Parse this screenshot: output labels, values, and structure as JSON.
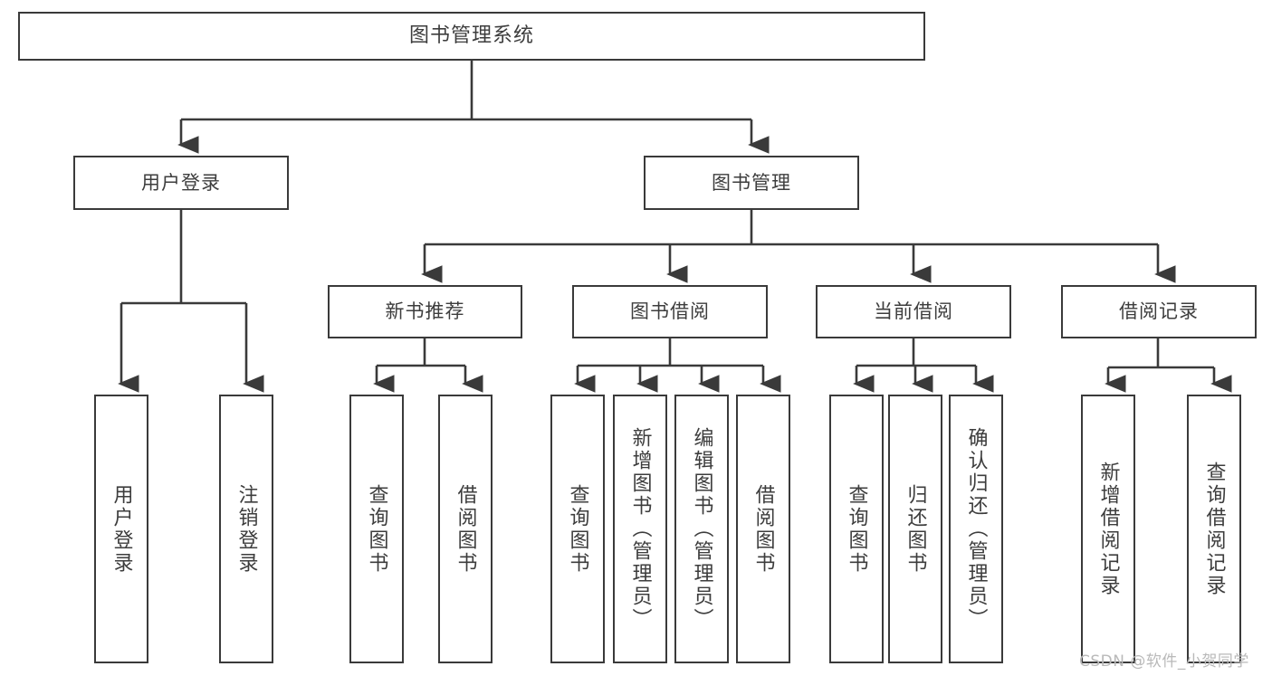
{
  "diagram": {
    "title": "图书管理系统",
    "type": "tree-hierarchy",
    "root": {
      "label": "图书管理系统"
    },
    "tier1": [
      {
        "label": "用户登录"
      },
      {
        "label": "图书管理"
      }
    ],
    "tier2": [
      {
        "label": "新书推荐"
      },
      {
        "label": "图书借阅"
      },
      {
        "label": "当前借阅"
      },
      {
        "label": "借阅记录"
      }
    ],
    "leaves": {
      "user_login": [
        {
          "label": "用户登录"
        },
        {
          "label": "注销登录"
        }
      ],
      "new_book_recommend": [
        {
          "label": "查询图书"
        },
        {
          "label": "借阅图书"
        }
      ],
      "book_borrow": [
        {
          "label": "查询图书"
        },
        {
          "label": "新增图书（管理员）"
        },
        {
          "label": "编辑图书（管理员）"
        },
        {
          "label": "借阅图书"
        }
      ],
      "current_borrow": [
        {
          "label": "查询图书"
        },
        {
          "label": "归还图书"
        },
        {
          "label": "确认归还（管理员）"
        }
      ],
      "borrow_record": [
        {
          "label": "新增借阅记录"
        },
        {
          "label": "查询借阅记录"
        }
      ]
    }
  },
  "watermark": {
    "text": "CSDN @软件_小贺同学"
  },
  "colors": {
    "stroke": "#3a3a3a",
    "text": "#3d3d3d",
    "background": "#ffffff",
    "watermark": "#b9b9b9"
  }
}
